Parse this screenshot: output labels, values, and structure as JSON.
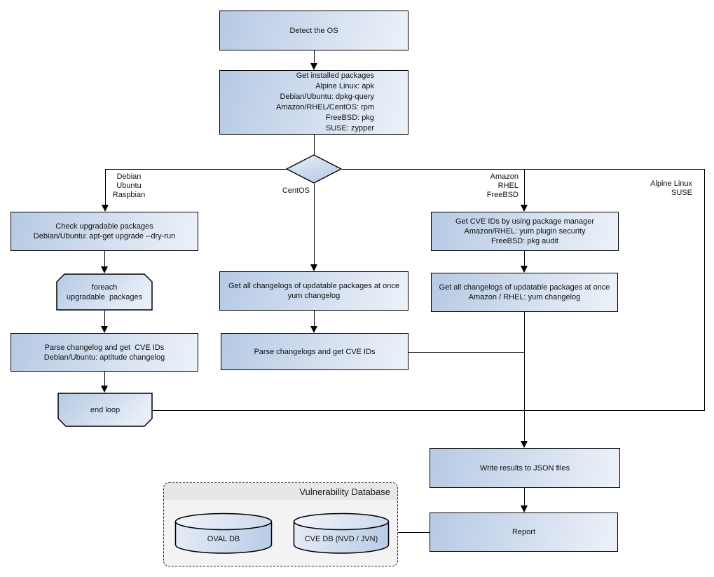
{
  "nodes": {
    "detect_os": "Detect the OS",
    "get_installed_packages": "Get installed packages\nAlpine Linux: apk\nDebian/Ubuntu: dpkg-query\nAmazon/RHEL/CentOS: rpm\nFreeBSD: pkg\nSUSE: zypper",
    "check_upgradable": "Check upgradable packages\nDebian/Ubuntu: apt-get upgrade --dry-run",
    "foreach_loop": "foreach\nupgradable  packages",
    "parse_changelog_debian": "Parse changelog and get  CVE IDs\nDebian/Ubuntu: aptitude changelog",
    "end_loop": "end loop",
    "get_changelogs_centos": "Get all changelogs of updatable packages at once\nyum changelog",
    "parse_changelogs_centos": "Parse changelogs and get CVE IDs",
    "get_cve_ids_pkg_manager": "Get CVE IDs by using package manager\nAmazon/RHEL: yum plugin security\nFreeBSD: pkg audit",
    "get_changelogs_amazon": "Get all changelogs of updatable packages at once\nAmazon / RHEL: yum changelog",
    "write_results": "Write results to JSON files",
    "report": "Report"
  },
  "edge_labels": {
    "debian_branch": "Debian\nUbuntu\nRaspbian",
    "centos_branch": "CentOS",
    "amazon_branch": "Amazon\nRHEL\nFreeBSD",
    "alpine_branch": "Alpine Linux\nSUSE"
  },
  "database_group": {
    "title": "Vulnerability Database",
    "databases": [
      "OVAL DB",
      "CVE DB (NVD / JVN)"
    ]
  },
  "colors": {
    "canvas_bg": "#ffffff",
    "node_fill_dark": "#b6c9e4",
    "node_fill_light": "#edf2f9",
    "node_border": "#000000",
    "line": "#000000",
    "group_fill": "#f3f3f3",
    "group_header": "#e7e7e7",
    "group_border": "#222222"
  }
}
